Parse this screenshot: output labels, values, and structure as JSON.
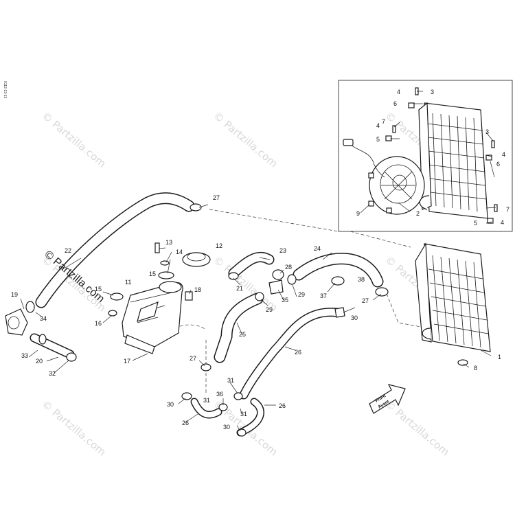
{
  "diagram_code": "0112-13-13",
  "brand_label": "© Partzilla.com",
  "watermark_text": "© Partzilla.com",
  "front_label_line1": "Front",
  "front_label_line2": "Avant",
  "callouts": {
    "c1": "1",
    "c2": "2",
    "c3a": "3",
    "c3b": "3",
    "c4a": "4",
    "c4b": "4",
    "c4c": "4",
    "c4d": "4",
    "c5a": "5",
    "c5b": "5",
    "c6a": "6",
    "c6b": "6",
    "c7a": "7",
    "c7b": "7",
    "c8": "8",
    "c9": "9",
    "c11": "11",
    "c12": "12",
    "c13": "13",
    "c14": "14",
    "c15a": "15",
    "c15b": "15",
    "c16": "16",
    "c17": "17",
    "c18": "18",
    "c19": "19",
    "c20": "20",
    "c21": "21",
    "c22": "22",
    "c23": "23",
    "c24": "24",
    "c25": "25",
    "c26a": "26",
    "c26b": "26",
    "c26c": "26",
    "c27a": "27",
    "c27b": "27",
    "c27c": "27",
    "c28": "28",
    "c29a": "29",
    "c29b": "29",
    "c30a": "30",
    "c30b": "30",
    "c30c": "30",
    "c31a": "31",
    "c31b": "31",
    "c31c": "31",
    "c32": "32",
    "c33": "33",
    "c34": "34",
    "c35": "35",
    "c36": "36",
    "c37": "37",
    "c38": "38"
  },
  "colors": {
    "line": "#1a1a1a",
    "watermark": "#d8d8d8",
    "background": "#ffffff"
  }
}
